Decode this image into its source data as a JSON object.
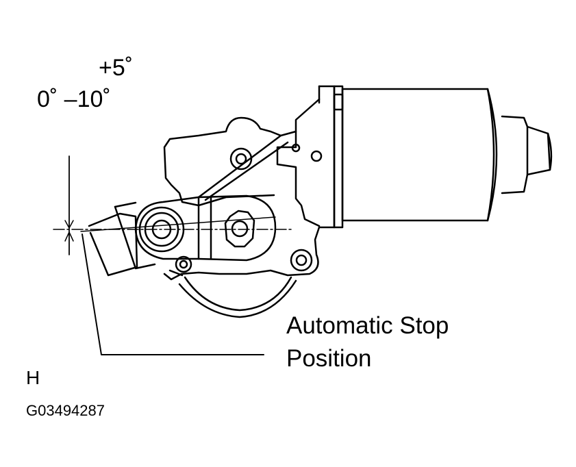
{
  "tolerance": {
    "upper": "+5˚",
    "lower": "0˚ –10˚"
  },
  "callout": {
    "line1": "Automatic Stop",
    "line2": "Position"
  },
  "figure_letter": "H",
  "figure_code": "G03494287",
  "colors": {
    "ink": "#000000",
    "paper": "#ffffff"
  }
}
